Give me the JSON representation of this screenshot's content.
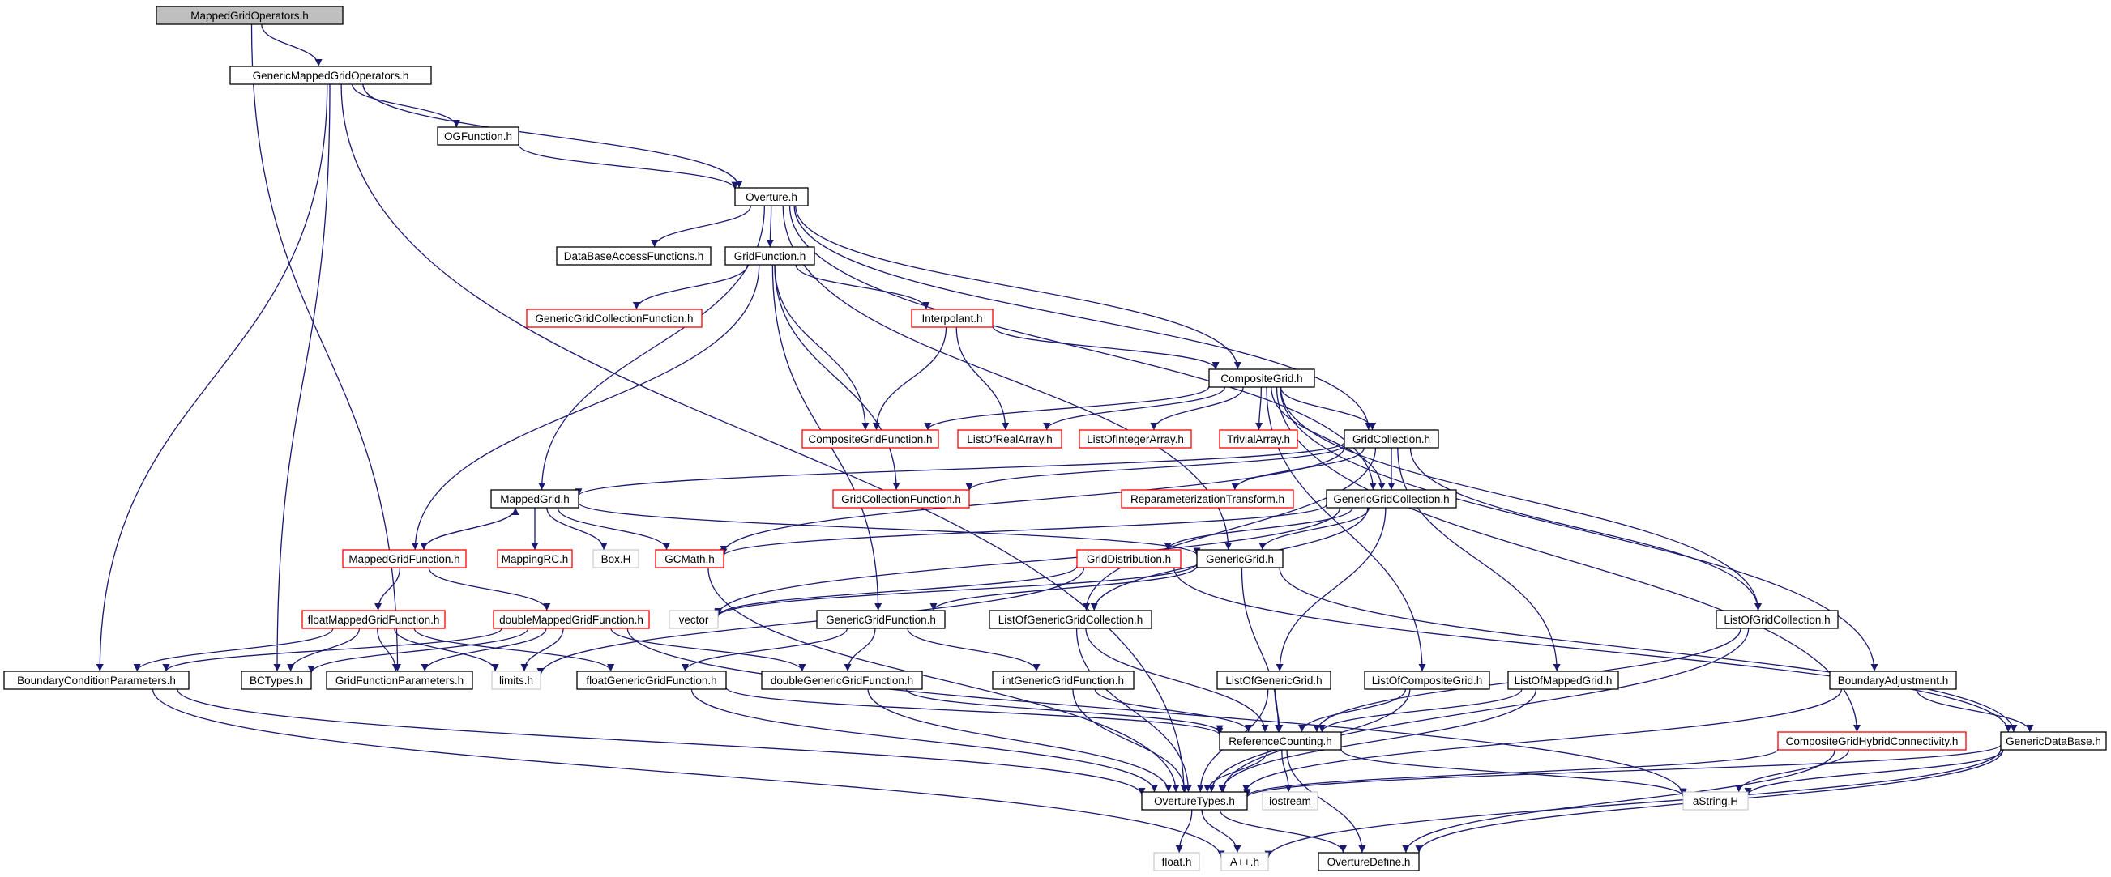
{
  "colors": {
    "edge": "#191970",
    "border_black": "#000000",
    "border_red": "#ff0000",
    "border_gray": "#bfbfbf",
    "root_fill": "#bfbfbf",
    "fill": "#ffffff"
  },
  "diagram": {
    "nodes": [
      {
        "id": "MappedGridOperators",
        "label": "MappedGridOperators.h",
        "style": "root"
      },
      {
        "id": "GenericMappedGridOperators",
        "label": "GenericMappedGridOperators.h",
        "style": "black"
      },
      {
        "id": "OGFunction",
        "label": "OGFunction.h",
        "style": "black"
      },
      {
        "id": "Overture",
        "label": "Overture.h",
        "style": "black"
      },
      {
        "id": "DataBaseAccessFunctions",
        "label": "DataBaseAccessFunctions.h",
        "style": "black"
      },
      {
        "id": "GridFunction",
        "label": "GridFunction.h",
        "style": "black"
      },
      {
        "id": "GenericGridCollectionFunction",
        "label": "GenericGridCollectionFunction.h",
        "style": "red"
      },
      {
        "id": "Interpolant",
        "label": "Interpolant.h",
        "style": "red"
      },
      {
        "id": "CompositeGrid",
        "label": "CompositeGrid.h",
        "style": "black"
      },
      {
        "id": "CompositeGridFunction",
        "label": "CompositeGridFunction.h",
        "style": "red"
      },
      {
        "id": "ListOfRealArray",
        "label": "ListOfRealArray.h",
        "style": "red"
      },
      {
        "id": "ListOfIntegerArray",
        "label": "ListOfIntegerArray.h",
        "style": "red"
      },
      {
        "id": "TrivialArray",
        "label": "TrivialArray.h",
        "style": "red"
      },
      {
        "id": "GridCollection",
        "label": "GridCollection.h",
        "style": "black"
      },
      {
        "id": "MappedGrid",
        "label": "MappedGrid.h",
        "style": "black"
      },
      {
        "id": "GridCollectionFunction",
        "label": "GridCollectionFunction.h",
        "style": "red"
      },
      {
        "id": "ReparameterizationTransform",
        "label": "ReparameterizationTransform.h",
        "style": "red"
      },
      {
        "id": "GenericGridCollection",
        "label": "GenericGridCollection.h",
        "style": "black"
      },
      {
        "id": "MappedGridFunction",
        "label": "MappedGridFunction.h",
        "style": "red"
      },
      {
        "id": "MappingRC",
        "label": "MappingRC.h",
        "style": "red"
      },
      {
        "id": "BoxH",
        "label": "Box.H",
        "style": "gray"
      },
      {
        "id": "GCMath",
        "label": "GCMath.h",
        "style": "red"
      },
      {
        "id": "GridDistribution",
        "label": "GridDistribution.h",
        "style": "red"
      },
      {
        "id": "GenericGrid",
        "label": "GenericGrid.h",
        "style": "black"
      },
      {
        "id": "vector",
        "label": "vector",
        "style": "gray"
      },
      {
        "id": "floatMappedGridFunction",
        "label": "floatMappedGridFunction.h",
        "style": "red"
      },
      {
        "id": "doubleMappedGridFunction",
        "label": "doubleMappedGridFunction.h",
        "style": "red"
      },
      {
        "id": "GenericGridFunction",
        "label": "GenericGridFunction.h",
        "style": "black"
      },
      {
        "id": "ListOfGenericGridCollection",
        "label": "ListOfGenericGridCollection.h",
        "style": "black"
      },
      {
        "id": "ListOfGridCollection",
        "label": "ListOfGridCollection.h",
        "style": "black"
      },
      {
        "id": "BoundaryConditionParameters",
        "label": "BoundaryConditionParameters.h",
        "style": "black"
      },
      {
        "id": "BCTypes",
        "label": "BCTypes.h",
        "style": "black"
      },
      {
        "id": "GridFunctionParameters",
        "label": "GridFunctionParameters.h",
        "style": "black"
      },
      {
        "id": "limits",
        "label": "limits.h",
        "style": "gray"
      },
      {
        "id": "floatGenericGridFunction",
        "label": "floatGenericGridFunction.h",
        "style": "black"
      },
      {
        "id": "doubleGenericGridFunction",
        "label": "doubleGenericGridFunction.h",
        "style": "black"
      },
      {
        "id": "intGenericGridFunction",
        "label": "intGenericGridFunction.h",
        "style": "black"
      },
      {
        "id": "ListOfGenericGrid",
        "label": "ListOfGenericGrid.h",
        "style": "black"
      },
      {
        "id": "ListOfCompositeGrid",
        "label": "ListOfCompositeGrid.h",
        "style": "black"
      },
      {
        "id": "ListOfMappedGrid",
        "label": "ListOfMappedGrid.h",
        "style": "black"
      },
      {
        "id": "BoundaryAdjustment",
        "label": "BoundaryAdjustment.h",
        "style": "black"
      },
      {
        "id": "ReferenceCounting",
        "label": "ReferenceCounting.h",
        "style": "black"
      },
      {
        "id": "CompositeGridHybridConnectivity",
        "label": "CompositeGridHybridConnectivity.h",
        "style": "red"
      },
      {
        "id": "GenericDataBase",
        "label": "GenericDataBase.h",
        "style": "black"
      },
      {
        "id": "OvertureTypes",
        "label": "OvertureTypes.h",
        "style": "black"
      },
      {
        "id": "iostream",
        "label": "iostream",
        "style": "gray"
      },
      {
        "id": "aString",
        "label": "aString.H",
        "style": "gray"
      },
      {
        "id": "float",
        "label": "float.h",
        "style": "gray"
      },
      {
        "id": "App",
        "label": "A++.h",
        "style": "gray"
      },
      {
        "id": "OvertureDefine",
        "label": "OvertureDefine.h",
        "style": "black"
      }
    ],
    "edges": [
      [
        "MappedGridOperators",
        "GenericMappedGridOperators"
      ],
      [
        "MappedGridOperators",
        "GridFunctionParameters"
      ],
      [
        "GenericMappedGridOperators",
        "OGFunction"
      ],
      [
        "GenericMappedGridOperators",
        "Overture"
      ],
      [
        "GenericMappedGridOperators",
        "BCTypes"
      ],
      [
        "GenericMappedGridOperators",
        "BoundaryConditionParameters"
      ],
      [
        "GenericMappedGridOperators",
        "OvertureTypes"
      ],
      [
        "OGFunction",
        "Overture"
      ],
      [
        "Overture",
        "DataBaseAccessFunctions"
      ],
      [
        "Overture",
        "GridFunction"
      ],
      [
        "Overture",
        "MappedGrid"
      ],
      [
        "Overture",
        "CompositeGrid"
      ],
      [
        "Overture",
        "GridCollection"
      ],
      [
        "Overture",
        "GenericGridCollection"
      ],
      [
        "Overture",
        "GenericGrid"
      ],
      [
        "GridFunction",
        "GenericGridCollectionFunction"
      ],
      [
        "GridFunction",
        "Interpolant"
      ],
      [
        "GridFunction",
        "CompositeGridFunction"
      ],
      [
        "GridFunction",
        "GridCollectionFunction"
      ],
      [
        "GridFunction",
        "MappedGridFunction"
      ],
      [
        "GridFunction",
        "GenericGridFunction"
      ],
      [
        "Interpolant",
        "CompositeGrid"
      ],
      [
        "Interpolant",
        "CompositeGridFunction"
      ],
      [
        "Interpolant",
        "ListOfRealArray"
      ],
      [
        "CompositeGrid",
        "CompositeGridFunction"
      ],
      [
        "CompositeGrid",
        "ListOfRealArray"
      ],
      [
        "CompositeGrid",
        "ListOfIntegerArray"
      ],
      [
        "CompositeGrid",
        "TrivialArray"
      ],
      [
        "CompositeGrid",
        "GridCollection"
      ],
      [
        "CompositeGrid",
        "GenericGridCollection"
      ],
      [
        "CompositeGrid",
        "ListOfCompositeGrid"
      ],
      [
        "CompositeGrid",
        "ListOfGridCollection"
      ],
      [
        "CompositeGrid",
        "BoundaryAdjustment"
      ],
      [
        "CompositeGrid",
        "CompositeGridHybridConnectivity"
      ],
      [
        "GridCollection",
        "MappedGrid"
      ],
      [
        "GridCollection",
        "GridCollectionFunction"
      ],
      [
        "GridCollection",
        "ReparameterizationTransform"
      ],
      [
        "GridCollection",
        "GenericGridCollection"
      ],
      [
        "GridCollection",
        "GCMath"
      ],
      [
        "GridCollection",
        "ListOfGridCollection"
      ],
      [
        "GridCollection",
        "ListOfMappedGrid"
      ],
      [
        "GridCollection",
        "ListOfGenericGridCollection"
      ],
      [
        "MappedGrid",
        "MappedGridFunction"
      ],
      [
        "MappedGrid",
        "MappingRC"
      ],
      [
        "MappedGrid",
        "BoxH"
      ],
      [
        "MappedGrid",
        "GCMath"
      ],
      [
        "MappedGrid",
        "GenericGrid"
      ],
      [
        "MappedGridFunction",
        "MappedGrid"
      ],
      [
        "MappedGridFunction",
        "floatMappedGridFunction"
      ],
      [
        "MappedGridFunction",
        "doubleMappedGridFunction"
      ],
      [
        "GenericGridCollection",
        "GCMath"
      ],
      [
        "GenericGridCollection",
        "GridDistribution"
      ],
      [
        "GenericGridCollection",
        "GenericGrid"
      ],
      [
        "GenericGridCollection",
        "vector"
      ],
      [
        "GenericGridCollection",
        "ListOfGenericGridCollection"
      ],
      [
        "GenericGridCollection",
        "ListOfGenericGrid"
      ],
      [
        "GCMath",
        "OvertureTypes"
      ],
      [
        "GridDistribution",
        "vector"
      ],
      [
        "GridDistribution",
        "limits"
      ],
      [
        "GridDistribution",
        "GenericDataBase"
      ],
      [
        "GenericGrid",
        "GenericGridFunction"
      ],
      [
        "GenericGrid",
        "ReferenceCounting"
      ],
      [
        "GenericGrid",
        "GenericDataBase"
      ],
      [
        "GenericGrid",
        "vector"
      ],
      [
        "floatMappedGridFunction",
        "BoundaryConditionParameters"
      ],
      [
        "floatMappedGridFunction",
        "BCTypes"
      ],
      [
        "floatMappedGridFunction",
        "GridFunctionParameters"
      ],
      [
        "floatMappedGridFunction",
        "limits"
      ],
      [
        "floatMappedGridFunction",
        "floatGenericGridFunction"
      ],
      [
        "doubleMappedGridFunction",
        "BoundaryConditionParameters"
      ],
      [
        "doubleMappedGridFunction",
        "BCTypes"
      ],
      [
        "doubleMappedGridFunction",
        "GridFunctionParameters"
      ],
      [
        "doubleMappedGridFunction",
        "limits"
      ],
      [
        "doubleMappedGridFunction",
        "doubleGenericGridFunction"
      ],
      [
        "doubleMappedGridFunction",
        "aString"
      ],
      [
        "GenericGridFunction",
        "floatGenericGridFunction"
      ],
      [
        "GenericGridFunction",
        "doubleGenericGridFunction"
      ],
      [
        "GenericGridFunction",
        "intGenericGridFunction"
      ],
      [
        "ListOfGenericGridCollection",
        "ReferenceCounting"
      ],
      [
        "ListOfGenericGridCollection",
        "OvertureTypes"
      ],
      [
        "ListOfGridCollection",
        "ReferenceCounting"
      ],
      [
        "ListOfGridCollection",
        "OvertureTypes"
      ],
      [
        "BoundaryConditionParameters",
        "OvertureTypes"
      ],
      [
        "BoundaryConditionParameters",
        "App"
      ],
      [
        "floatGenericGridFunction",
        "ReferenceCounting"
      ],
      [
        "floatGenericGridFunction",
        "OvertureTypes"
      ],
      [
        "doubleGenericGridFunction",
        "ReferenceCounting"
      ],
      [
        "doubleGenericGridFunction",
        "OvertureTypes"
      ],
      [
        "intGenericGridFunction",
        "ReferenceCounting"
      ],
      [
        "intGenericGridFunction",
        "OvertureTypes"
      ],
      [
        "ListOfGenericGrid",
        "ReferenceCounting"
      ],
      [
        "ListOfGenericGrid",
        "OvertureTypes"
      ],
      [
        "ListOfCompositeGrid",
        "ReferenceCounting"
      ],
      [
        "ListOfCompositeGrid",
        "OvertureTypes"
      ],
      [
        "ListOfMappedGrid",
        "ReferenceCounting"
      ],
      [
        "ListOfMappedGrid",
        "OvertureTypes"
      ],
      [
        "BoundaryAdjustment",
        "OvertureTypes"
      ],
      [
        "BoundaryAdjustment",
        "GenericDataBase"
      ],
      [
        "ReferenceCounting",
        "OvertureTypes"
      ],
      [
        "ReferenceCounting",
        "iostream"
      ],
      [
        "ReferenceCounting",
        "aString"
      ],
      [
        "ReferenceCounting",
        "OvertureDefine"
      ],
      [
        "CompositeGridHybridConnectivity",
        "OvertureTypes"
      ],
      [
        "CompositeGridHybridConnectivity",
        "aString"
      ],
      [
        "CompositeGridHybridConnectivity",
        "OvertureDefine"
      ],
      [
        "GenericDataBase",
        "OvertureTypes"
      ],
      [
        "GenericDataBase",
        "aString"
      ],
      [
        "GenericDataBase",
        "OvertureDefine"
      ],
      [
        "GenericDataBase",
        "App"
      ],
      [
        "OvertureTypes",
        "float"
      ],
      [
        "OvertureTypes",
        "App"
      ],
      [
        "OvertureTypes",
        "OvertureDefine"
      ]
    ]
  }
}
